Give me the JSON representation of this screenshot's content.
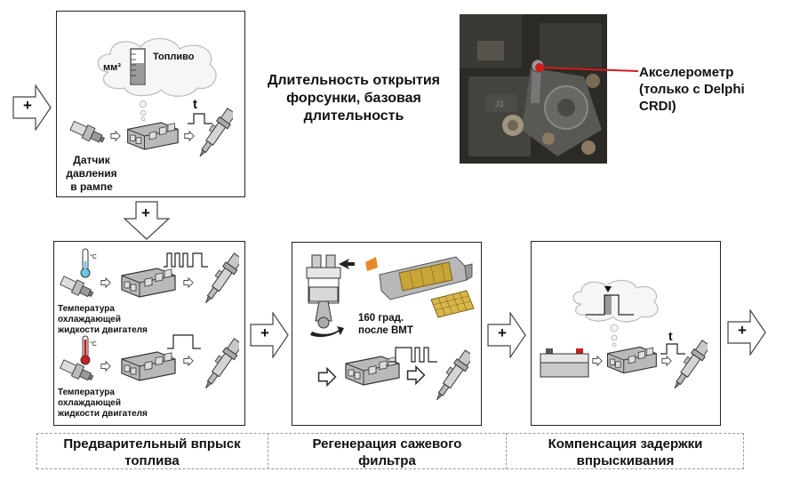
{
  "top_panel": {
    "unit_label": "мм³",
    "fuel_label": "Топливо",
    "time_label": "t",
    "sensor_label_1": "Датчик",
    "sensor_label_2": "давления",
    "sensor_label_3": "в рампе"
  },
  "center_title": {
    "line1": "Длительность открытия",
    "line2": "форсунки, базовая",
    "line3": "длительность"
  },
  "accelerometer": {
    "line1": "Акселерометр",
    "line2": "(только с Delphi",
    "line3": "CRDI)"
  },
  "panel_preinjection": {
    "temp_label_a_1": "Температура",
    "temp_label_a_2": "охлаждающей",
    "temp_label_a_3": "жидкости двигателя",
    "temp_label_b_1": "Температура",
    "temp_label_b_2": "охлаждающей",
    "temp_label_b_3": "жидкости двигателя",
    "deg_c": "°C"
  },
  "panel_regeneration": {
    "angle_label_1": "160 град.",
    "angle_label_2": "после ВМТ"
  },
  "panel_delay": {
    "time_label": "t"
  },
  "plus_sign": "+",
  "captions": {
    "preinjection_1": "Предварительный впрыск",
    "preinjection_2": "топлива",
    "regeneration_1": "Регенерация сажевого",
    "regeneration_2": "фильтра",
    "delay_1": "Компенсация задержки",
    "delay_2": "впрыскивания"
  },
  "colors": {
    "accent_red": "#d21c1c",
    "cold_blue": "#6cc6e6",
    "hot_red": "#c42020",
    "ecu_grey": "#9a9a9a",
    "filter_gold": "#c9a437"
  }
}
